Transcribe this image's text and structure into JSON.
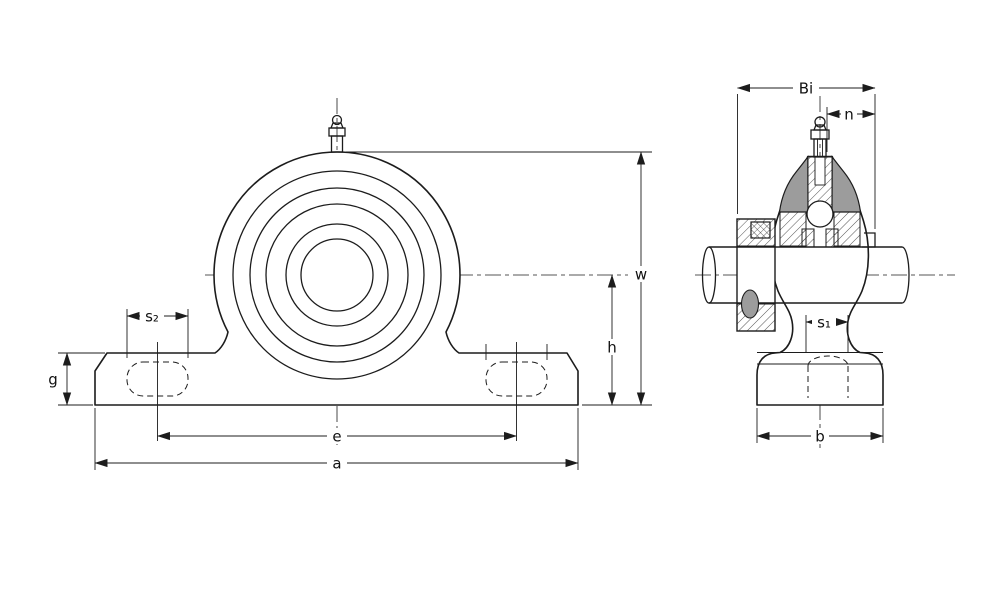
{
  "page": {
    "background": "#ffffff"
  },
  "diagram": {
    "name": "pillow-block-bearing-dimension-drawing",
    "views": {
      "front": "front-view",
      "side": "side-section-view"
    },
    "colors": {
      "line": "#1c1c1c",
      "label": "#111111",
      "shade": "#9c9c9c",
      "background": "#ffffff"
    },
    "labels": {
      "a": "a",
      "b": "b",
      "e": "e",
      "g": "g",
      "h": "h",
      "w": "w",
      "n": "n",
      "bi": "Bi",
      "s1": "s₁",
      "s2": "s₂"
    }
  }
}
